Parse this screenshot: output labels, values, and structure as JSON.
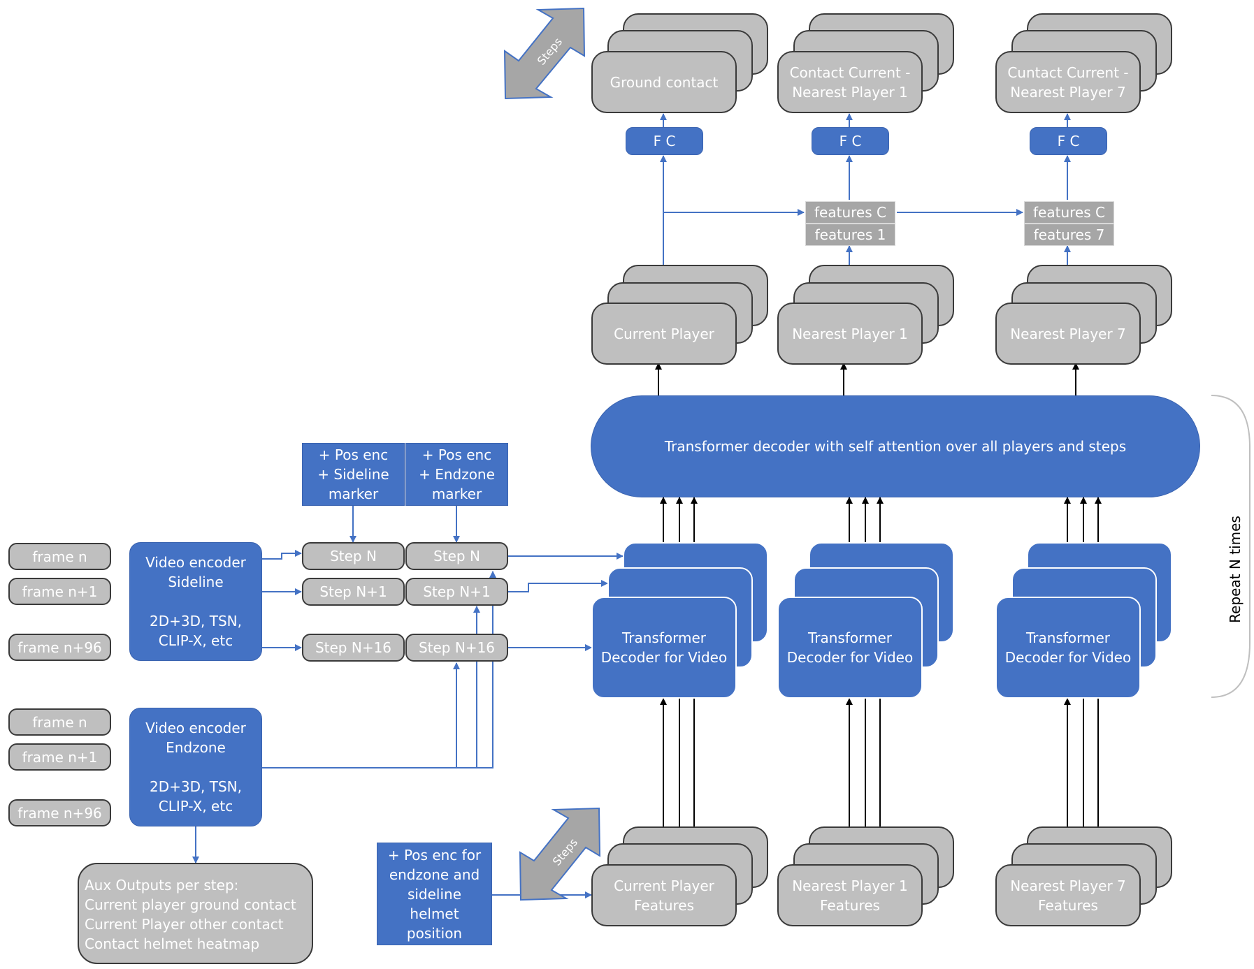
{
  "stack_labels": {
    "ground_contact": "Ground contact",
    "contact_current_1": "Contact Current -\nNearest Player 1",
    "contact_current_7": "Cuntact Current -\nNearest Player 7",
    "current_player": "Current Player",
    "nearest_player_1": "Nearest Player 1",
    "nearest_player_7": "Nearest Player 7",
    "current_player_features": "Current Player\nFeatures",
    "nearest_player_1_features": "Nearest Player 1\nFeatures",
    "nearest_player_7_features": "Nearest Player 7\nFeatures",
    "transformer_video": "Transformer\nDecoder for Video"
  },
  "fc_label": "F C",
  "features": {
    "c": "features C",
    "f1": "features 1",
    "f7": "features 7"
  },
  "decoder_label": "Transformer decoder with self attention over all players and steps",
  "repeat_label": "Repeat N times",
  "steps_label": "Steps",
  "pos_enc": {
    "sideline": "+ Pos enc\n+ Sideline\nmarker",
    "endzone": "+ Pos enc\n+ Endzone\nmarker",
    "helmet": "+ Pos enc for\nendzone and\nsideline\nhelmet\nposition"
  },
  "steps": {
    "n": "Step N",
    "n1": "Step N+1",
    "n16": "Step N+16"
  },
  "frames": {
    "n": "frame n",
    "n1": "frame n+1",
    "n96": "frame n+96"
  },
  "encoders": {
    "sideline": "Video encoder\nSideline\n\n2D+3D, TSN,\nCLIP-X, etc",
    "endzone": "Video encoder\nEndzone\n\n2D+3D, TSN,\nCLIP-X, etc"
  },
  "aux": "Aux Outputs per step:\nCurrent player ground contact\nCurrent Player other contact\nContact helmet heatmap",
  "colors": {
    "blue": "#4472c4",
    "gray": "#bfbfbf",
    "feature_gray": "#a6a6a6",
    "arrow_blue": "#4472c4",
    "arrow_black": "#000000"
  }
}
